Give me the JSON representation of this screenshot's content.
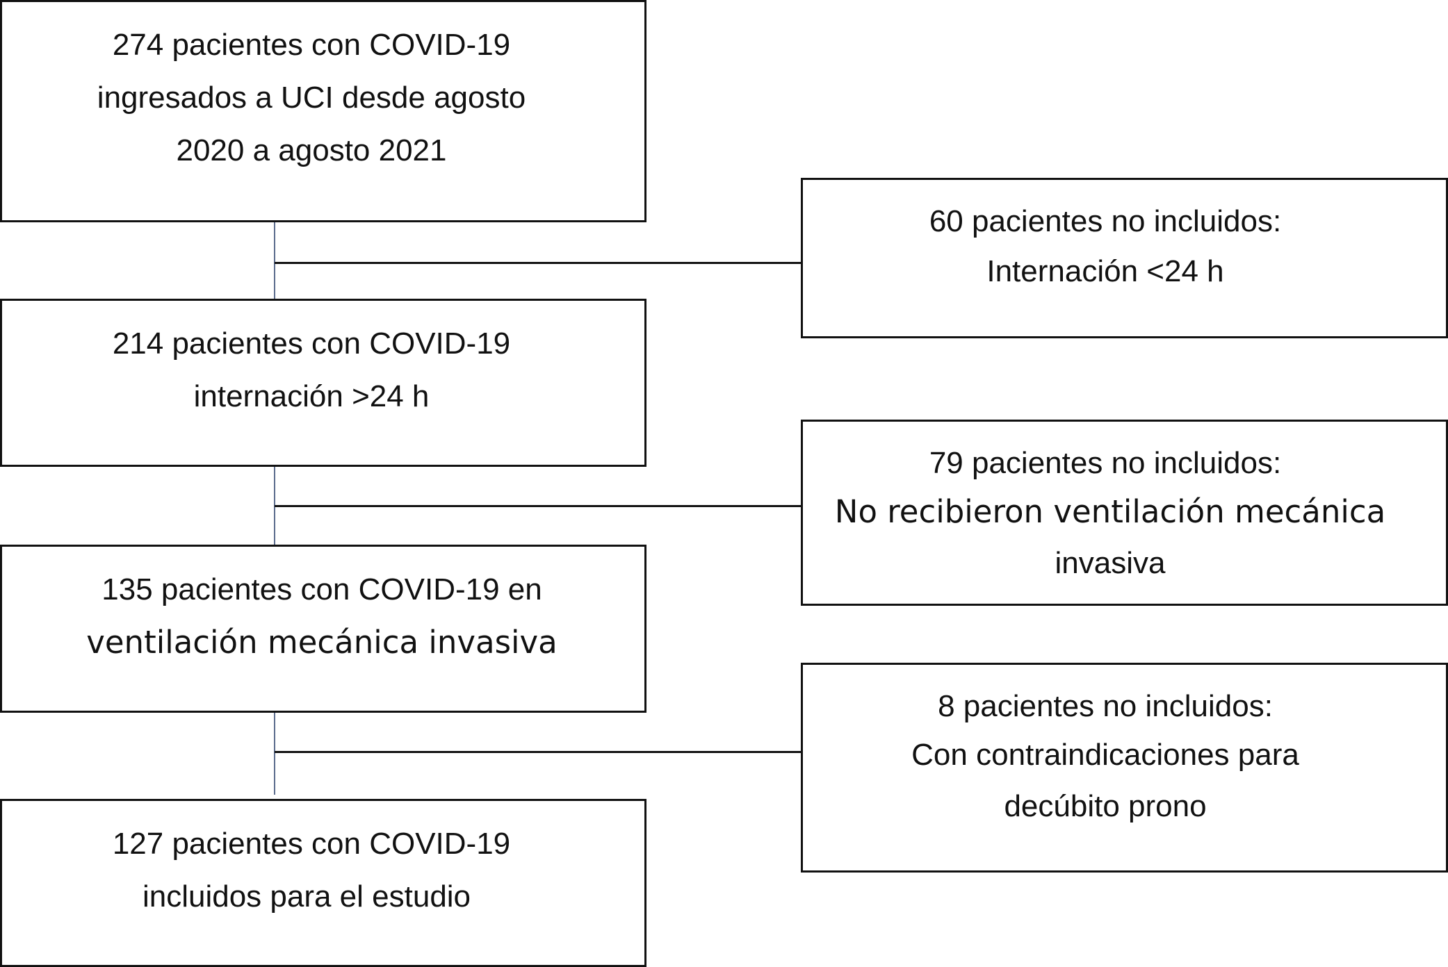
{
  "flow": {
    "main": [
      {
        "lines": [
          "274 pacientes con COVID-19",
          "ingresados a UCI desde agosto",
          "2020 a agosto 2021"
        ]
      },
      {
        "lines": [
          "214 pacientes con COVID-19",
          "internación >24 h"
        ]
      },
      {
        "lines": [
          "135 pacientes con COVID-19 en",
          "ventilación mecánica invasiva"
        ]
      },
      {
        "lines": [
          "127 pacientes con COVID-19",
          "incluidos para el estudio"
        ]
      }
    ],
    "excluded": [
      {
        "lines": [
          "60 pacientes no incluidos:",
          "Internación <24 h"
        ]
      },
      {
        "lines": [
          "79 pacientes no incluidos:",
          "No recibieron ventilación mecánica",
          "invasiva"
        ]
      },
      {
        "lines": [
          "8 pacientes no incluidos:",
          "Con contraindicaciones para",
          "decúbito prono"
        ]
      }
    ]
  }
}
